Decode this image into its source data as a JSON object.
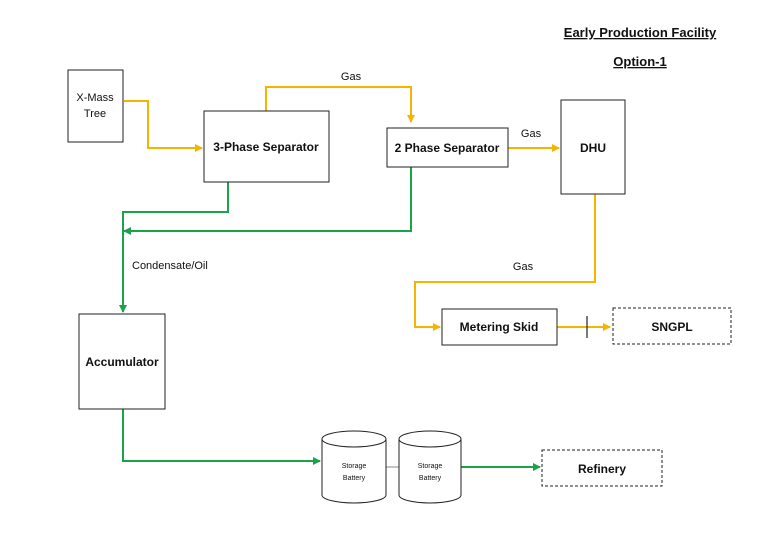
{
  "title": "Early Production Facility",
  "subtitle": "Option-1",
  "nodes": {
    "xmas_tree": {
      "line1": "X-Mass",
      "line2": "Tree"
    },
    "three_phase_separator": "3-Phase Separator",
    "two_phase_separator": "2 Phase Separator",
    "dhu": "DHU",
    "metering_skid": "Metering Skid",
    "sngpl": "SNGPL",
    "accumulator": "Accumulator",
    "storage_battery_1": {
      "line1": "Storage",
      "line2": "Battery"
    },
    "storage_battery_2": {
      "line1": "Storage",
      "line2": "Battery"
    },
    "refinery": "Refinery"
  },
  "edge_labels": {
    "gas_sep_to_sep": "Gas",
    "gas_sep_to_dhu": "Gas",
    "gas_dhu_to_metering": "Gas",
    "condensate_oil": "Condensate/Oil"
  },
  "colors": {
    "gas_line": "#f5b400",
    "liquid_line": "#1aa34a",
    "outline": "#222222"
  }
}
